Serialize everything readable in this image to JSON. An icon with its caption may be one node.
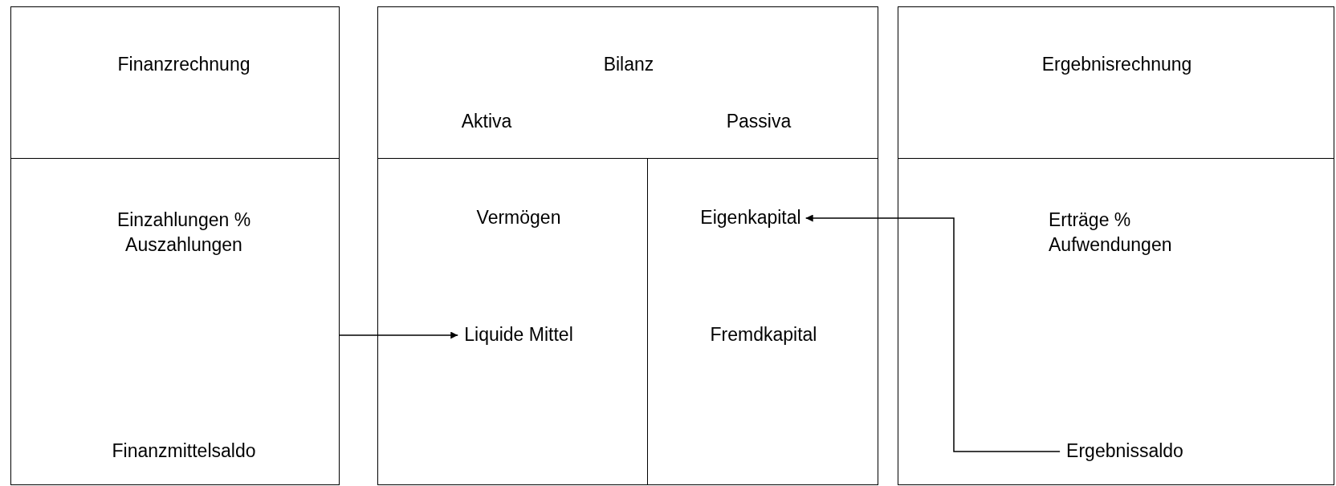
{
  "diagram": {
    "nodes": [
      {
        "text": [
          "Finanzrechnung"
        ]
      },
      {
        "text": [
          "Einzahlungen % Auszahlungen",
          "Finanzmittelsaldo"
        ]
      },
      {
        "text": [
          "Bilanz",
          "Aktiva",
          "Passiva"
        ]
      },
      {
        "text": [],
        "shape": "box"
      },
      {
        "text": [
          "Vermögen"
        ],
        "in": 3
      },
      {
        "text": [
          "Liquide Mittel"
        ],
        "in": 3
      },
      {
        "text": [],
        "shape": "box"
      },
      {
        "text": [
          "Eigenkapital"
        ],
        "in": 6
      },
      {
        "text": [
          "Fremdkapital"
        ],
        "in": 6
      },
      {
        "text": [
          "Ergebnisrechnung"
        ]
      },
      {
        "text": [],
        "shape": "box"
      },
      {
        "text": [
          "Erträge % Aufwendungen"
        ],
        "in": 10
      },
      {
        "text": [
          "Ergebnissaldo"
        ],
        "in": 10
      }
    ],
    "edges": [
      {
        "from": 1,
        "to": 5,
        "arrow": "to"
      },
      {
        "from": 12,
        "to": 7,
        "arrow": "to"
      }
    ]
  }
}
